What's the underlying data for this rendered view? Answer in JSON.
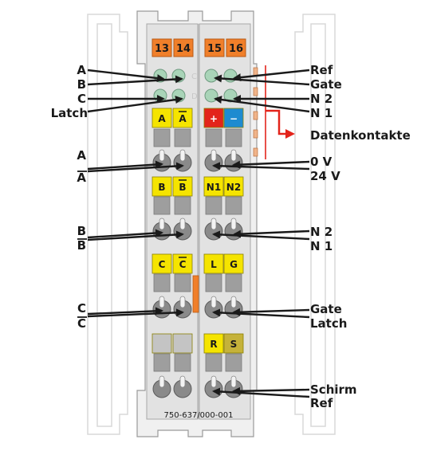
{
  "module": {
    "part_number": "750-637/000-001",
    "terminals": [
      "13",
      "14",
      "15",
      "16"
    ],
    "ghost_letters": [
      "C",
      "D"
    ]
  },
  "markers": [
    {
      "text": "A",
      "over": false,
      "color": "#f5e400",
      "text_color": "#1a1a1a"
    },
    {
      "text": "A",
      "over": true,
      "color": "#f5e400",
      "text_color": "#1a1a1a"
    },
    {
      "text": "+",
      "over": false,
      "color": "#e3241b",
      "text_color": "#ffffff"
    },
    {
      "text": "−",
      "over": false,
      "color": "#1e8bd0",
      "text_color": "#ffffff"
    },
    {
      "text": "B",
      "over": false,
      "color": "#f5e400",
      "text_color": "#1a1a1a"
    },
    {
      "text": "B",
      "over": true,
      "color": "#f5e400",
      "text_color": "#1a1a1a"
    },
    {
      "text": "N1",
      "over": false,
      "color": "#f5e400",
      "text_color": "#1a1a1a"
    },
    {
      "text": "N2",
      "over": false,
      "color": "#f5e400",
      "text_color": "#1a1a1a"
    },
    {
      "text": "C",
      "over": false,
      "color": "#f5e400",
      "text_color": "#1a1a1a"
    },
    {
      "text": "C",
      "over": true,
      "color": "#f5e400",
      "text_color": "#1a1a1a"
    },
    {
      "text": "L",
      "over": false,
      "color": "#f5e400",
      "text_color": "#1a1a1a"
    },
    {
      "text": "G",
      "over": false,
      "color": "#f5e400",
      "text_color": "#1a1a1a"
    },
    {
      "text": "",
      "over": false,
      "color": "#c4c4c4",
      "text_color": "#1a1a1a"
    },
    {
      "text": "",
      "over": false,
      "color": "#c4c4c4",
      "text_color": "#1a1a1a"
    },
    {
      "text": "R",
      "over": false,
      "color": "#f5e400",
      "text_color": "#1a1a1a"
    },
    {
      "text": "S",
      "over": false,
      "color": "#c5b23a",
      "text_color": "#1a1a1a"
    }
  ],
  "labels": {
    "left": {
      "led_a": "A",
      "led_b": "B",
      "led_c": "C",
      "led_latch": "Latch",
      "term_a": "A",
      "term_a_bar": "A",
      "term_b": "B",
      "term_b_bar": "B",
      "term_c": "C",
      "term_c_bar": "C"
    },
    "right": {
      "led_ref": "Ref",
      "led_gate": "Gate",
      "led_n2": "N 2",
      "led_n1": "N 1",
      "datenkontakte": "Datenkontakte",
      "term_0v": "0 V",
      "term_24v": "24 V",
      "term_n2": "N 2",
      "term_n1": "N 1",
      "term_gate": "Gate",
      "term_latch": "Latch",
      "term_schirm": "Schirm",
      "term_ref": "Ref"
    }
  },
  "colors": {
    "terminal_orange": "#f07f2a",
    "led_green": "#a9d4b8",
    "body_grey": "#e2e2e2",
    "clamp_grey": "#8a8a8a",
    "data_contact_red": "#e3241b",
    "slot_grey": "#9e9e9e"
  }
}
